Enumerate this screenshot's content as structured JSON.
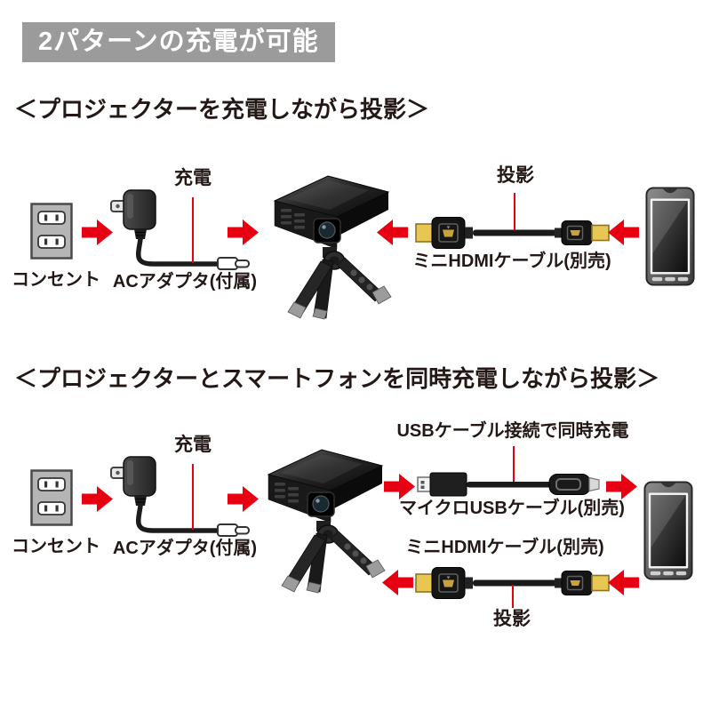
{
  "banner": {
    "text": "2パターンの充電が可能"
  },
  "colors": {
    "accent_red": "#e60012",
    "banner_bg": "#9b9b9b",
    "text": "#231815",
    "connector_gold": "#e8c653"
  },
  "section1": {
    "heading": "＜プロジェクターを充電しながら投影＞",
    "outlet": "コンセント",
    "adapter": "ACアダプタ(付属)",
    "charge": "充電",
    "projection": "投影",
    "hdmi_cable": "ミニHDMIケーブル(別売)"
  },
  "section2": {
    "heading": "＜プロジェクターとスマートフォンを同時充電しながら投影＞",
    "outlet": "コンセント",
    "adapter": "ACアダプタ(付属)",
    "charge": "充電",
    "usb_note": "USBケーブル接続で同時充電",
    "usb_cable": "マイクロUSBケーブル(別売)",
    "hdmi_cable": "ミニHDMIケーブル(別売)",
    "projection": "投影"
  }
}
